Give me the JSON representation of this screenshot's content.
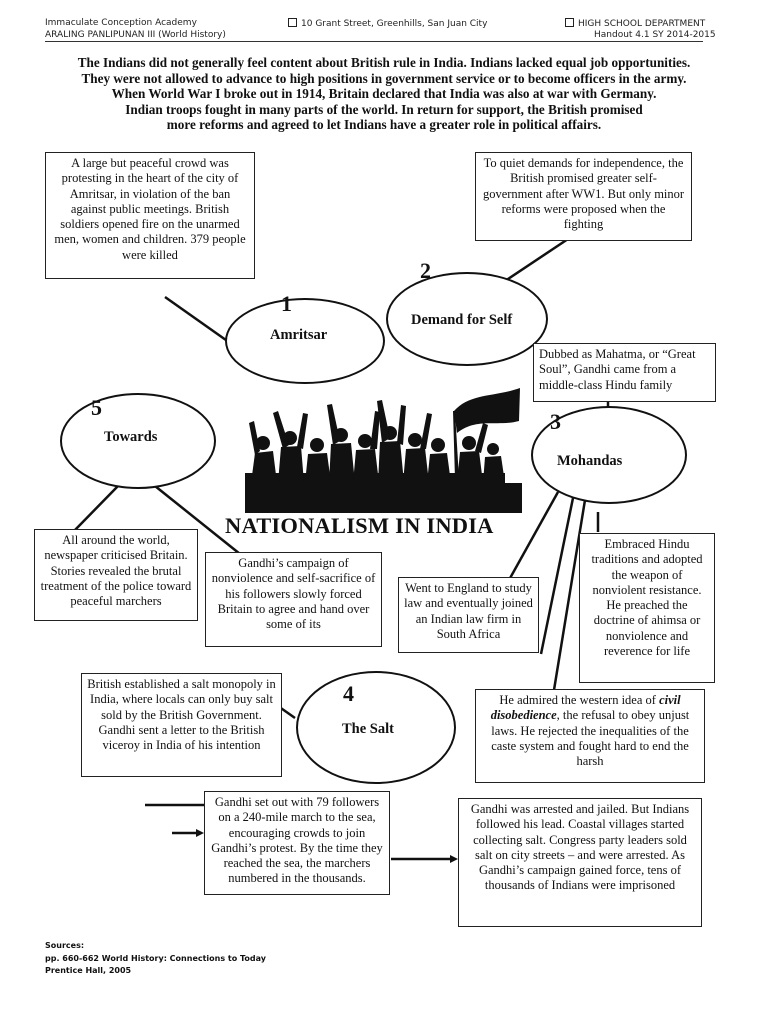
{
  "header": {
    "school": "Immaculate Conception Academy",
    "address": "10 Grant Street, Greenhills, San Juan City",
    "department": "HIGH SCHOOL DEPARTMENT",
    "subject": "ARALING PANLIPUNAN III (World History)",
    "handout": "Handout 4.1  SY 2014-2015"
  },
  "intro": [
    "The Indians did not generally feel content about British rule in India. Indians lacked equal job opportunities.",
    "They were not allowed to advance to high positions in government service or to become officers in the army.",
    "When World War I broke out in 1914, Britain declared that India was also at war with Germany.",
    "Indian troops fought in many parts of the world. In return for support, the British promised",
    "more reforms and agreed to let Indians have a greater role in political affairs."
  ],
  "title": "NATIONALISM IN INDIA",
  "nodes": {
    "n1": {
      "num": "1",
      "label": "Amritsar"
    },
    "n2": {
      "num": "2",
      "label": "Demand for Self"
    },
    "n3": {
      "num": "3",
      "label": "Mohandas"
    },
    "n4": {
      "num": "4",
      "label": "The Salt"
    },
    "n5": {
      "num": "5",
      "label": "Towards"
    }
  },
  "boxes": {
    "amritsar": "A large but peaceful crowd was protesting in the heart of the city of Amritsar, in violation of the ban against public meetings. British soldiers opened fire on the unarmed men, women and children. 379 people were killed",
    "self_gov": "To quiet demands for independence, the British promised greater self-government after WW1. But only minor reforms were proposed when the fighting",
    "mahatma": "Dubbed as Mahatma, or “Great Soul”, Gandhi came from a middle-class Hindu family",
    "newspaper": "All around the world, newspaper criticised Britain. Stories revealed the brutal treatment of the police toward peaceful marchers",
    "nonviolence": "Gandhi’s campaign of nonviolence and self-sacrifice of his followers slowly forced Britain to agree and hand over some of its",
    "england": "Went to England to study law and eventually joined an Indian law firm in South Africa",
    "hindu": "Embraced Hindu traditions and adopted the weapon of nonviolent resistance. He preached the doctrine of ahimsa or nonviolence and reverence for life",
    "salt_monopoly": "British established a salt monopoly in India, where locals can only buy salt sold by the British Government. Gandhi sent a letter to the British viceroy in India of his intention",
    "civil_pre": "He admired the western idea of ",
    "civil_em": "civil disobedience",
    "civil_post": ", the refusal to obey unjust laws.  He rejected the inequalities of the caste system and fought hard to end the harsh",
    "march": "Gandhi set out with 79 followers on a 240-mile march to the sea, encouraging crowds to join Gandhi’s protest. By the time they reached the sea, the marchers numbered in the thousands.",
    "arrested": "Gandhi was arrested and jailed. But Indians followed his lead. Coastal villages started collecting salt. Congress party leaders sold salt on city streets – and were arrested. As Gandhi’s campaign gained force, tens of thousands of Indians were imprisoned"
  },
  "sources": {
    "label": "Sources:",
    "ref1": "pp. 660-662 World History: Connections to Today",
    "ref2": "Prentice Hall, 2005"
  }
}
